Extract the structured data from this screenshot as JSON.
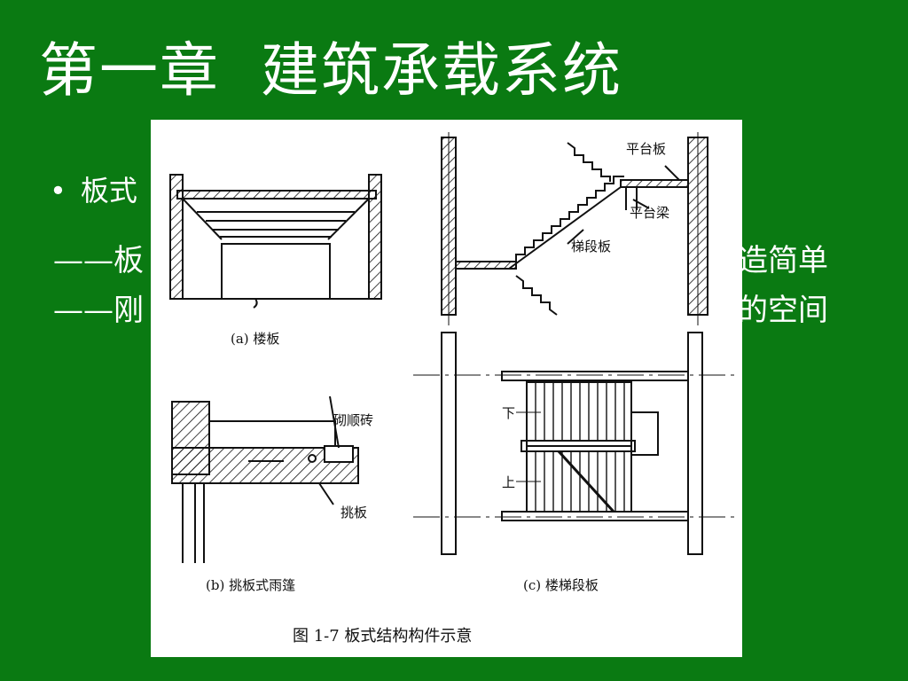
{
  "slide": {
    "title": "第一章  建筑承载系统",
    "bullet_text": "板式",
    "line1_head": "——板",
    "line1_tail": "造简单",
    "line2_head": "——刚",
    "line2_tail": "的空间"
  },
  "figure": {
    "caption": "图 1-7    板式结构构件示意",
    "panel_a": "(a) 楼板",
    "panel_b": "(b) 挑板式雨篷",
    "panel_c": "(c) 楼梯段板",
    "label_pingtaiban": "平台板",
    "label_pingtailiang": "平台梁",
    "label_tiduanban": "梯段板",
    "label_qishunzhuan": "砌顺砖",
    "label_tiaoban": "挑板",
    "label_xia": "下",
    "label_shang": "上"
  }
}
